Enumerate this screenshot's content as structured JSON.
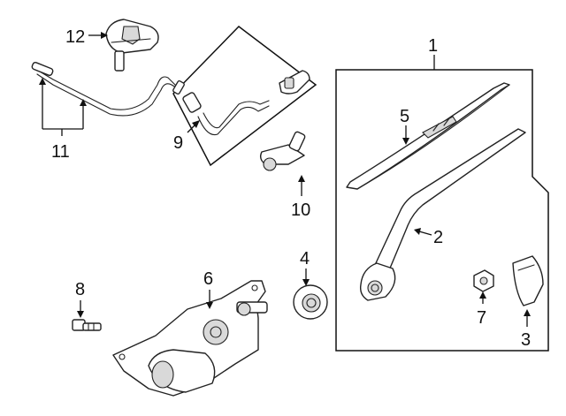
{
  "callouts": {
    "c1": "1",
    "c2": "2",
    "c3": "3",
    "c4": "4",
    "c5": "5",
    "c6": "6",
    "c7": "7",
    "c8": "8",
    "c9": "9",
    "c10": "10",
    "c11": "11",
    "c12": "12"
  },
  "colors": {
    "line": "#222222",
    "background": "#ffffff",
    "shade": "#d9d9d9"
  }
}
